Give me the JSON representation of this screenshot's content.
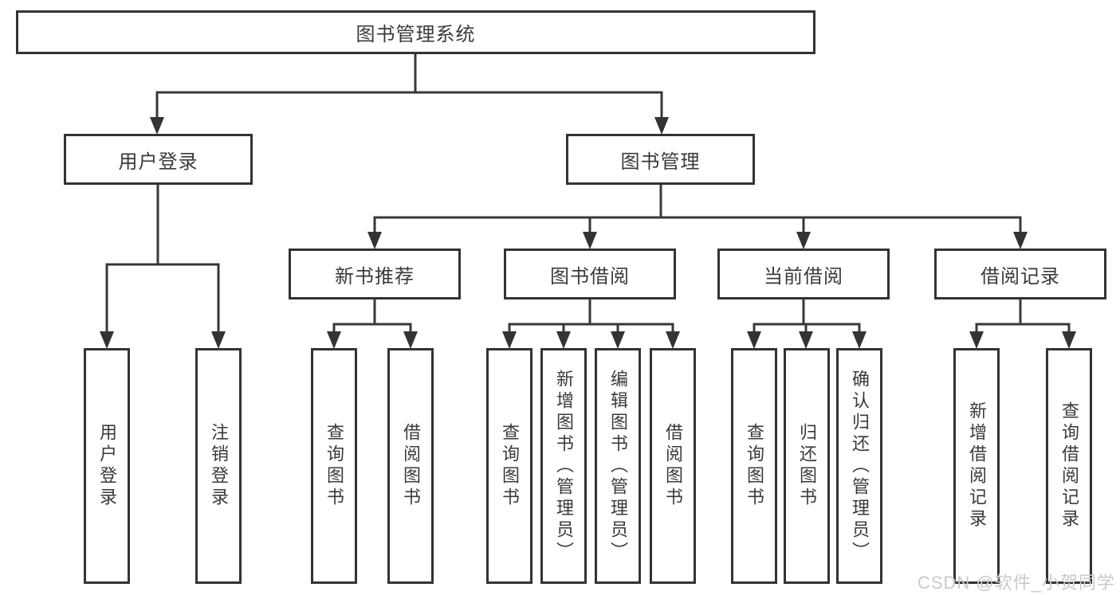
{
  "diagram_title": "图书管理系统",
  "nodes": {
    "root": "图书管理系统",
    "level2": [
      "用户登录",
      "图书管理"
    ],
    "level3": [
      "新书推荐",
      "图书借阅",
      "当前借阅",
      "借阅记录"
    ],
    "leaves": [
      "用户登录",
      "注销登录",
      "查询图书",
      "借阅图书",
      "查询图书",
      "新增图书（管理员）",
      "编辑图书（管理员）",
      "借阅图书",
      "查询图书",
      "归还图书",
      "确认归还（管理员）",
      "新增借阅记录",
      "查询借阅记录"
    ]
  },
  "hierarchy_note": {
    "用户登录": [
      "用户登录",
      "注销登录"
    ],
    "图书管理": [
      "新书推荐",
      "图书借阅",
      "当前借阅",
      "借阅记录"
    ],
    "新书推荐": [
      "查询图书",
      "借阅图书"
    ],
    "图书借阅": [
      "查询图书",
      "新增图书（管理员）",
      "编辑图书（管理员）",
      "借阅图书"
    ],
    "当前借阅": [
      "查询图书",
      "归还图书",
      "确认归还（管理员）"
    ],
    "借阅记录": [
      "新增借阅记录",
      "查询借阅记录"
    ]
  },
  "watermark": "CSDN @软件_小贺同学",
  "colors": {
    "line": "#383838",
    "box_border": "#333333",
    "text": "#3a3a3a",
    "watermark": "#c7c9cc",
    "background": "#ffffff"
  }
}
